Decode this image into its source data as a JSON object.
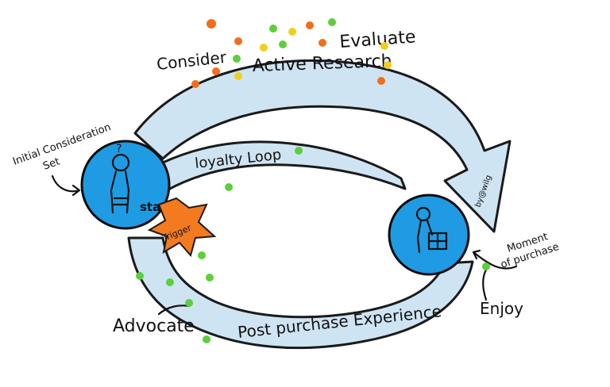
{
  "labels": {
    "consider": "Consider",
    "active_research": "Active Research",
    "evaluate": "Evaluate",
    "initial_consideration_line1": "Initial Consideration",
    "initial_consideration_line2": "Set",
    "loyalty_loop": "loyalty Loop",
    "start": "start",
    "trigger": "Trigger",
    "moment_line1": "Moment",
    "moment_line2": "of purchase",
    "enjoy": "Enjoy",
    "advocate": "Advocate",
    "post_purchase": "Post purchase Experience",
    "credit": "by@wilg"
  },
  "colors": {
    "arrow_fill": "#cfe4f2",
    "node_blue": "#1f9be3",
    "trigger_orange": "#f47a20",
    "dot_green": "#5ccf3a",
    "dot_yellow": "#f2cf1e",
    "dot_orange": "#f36d1a"
  },
  "icons": {
    "start_figure": "thinking-person-icon",
    "purchase_figure": "person-with-gift-icon",
    "trigger_burst": "explosion-icon"
  }
}
